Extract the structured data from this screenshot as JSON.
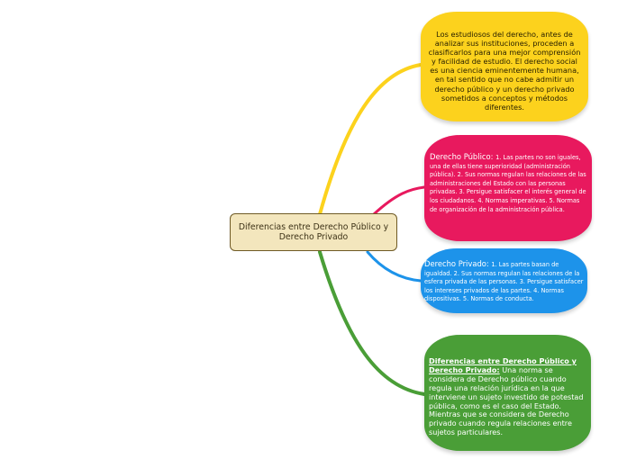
{
  "central": {
    "label": "Diferencias entre Derecho Público y Derecho Privado"
  },
  "topics": [
    {
      "id": "fundamento",
      "text": "Los estudiosos del derecho, antes de analizar sus instituciones, proceden a clasificarlos para una mejor comprensión y facilidad de estudio. El derecho social es una ciencia eminentemente humana, en tal sentido que no cabe admitir un derecho público y un derecho privado sometidos a conceptos y métodos diferentes.",
      "color": "#fcd21d"
    },
    {
      "id": "derecho-publico",
      "label": "Derecho Público: ",
      "text": "1. Las partes no son iguales, una de ellas tiene superioridad (administración pública). 2. Sus normas regulan las relaciones de las administraciones del Estado con las personas privadas. 3. Persigue satisfacer el interés general de los ciudadanos. 4. Normas imperativas. 5. Normas de organización de la administración pública.",
      "color": "#e8195e"
    },
    {
      "id": "derecho-privado",
      "label": "Derecho Privado: ",
      "text": "1. Las partes basan de igualdad. 2. Sus normas regulan las relaciones de la esfera privada de las personas. 3. Persigue satisfacer los intereses privados de las partes. 4. Normas dispositivas. 5. Normas de conducta.",
      "color": "#1d93ea"
    },
    {
      "id": "diferencias",
      "label": "Diferencias entre Derecho Público y Derecho Privado:",
      "text": " Una norma se considera de Derecho público cuando regula una relación jurídica en la que interviene un sujeto investido de potestad pública, como es el caso del Estado. Mientras que se considera de Derecho privado cuando regula relaciones entre sujetos particulares.",
      "color": "#4a9e37"
    }
  ]
}
